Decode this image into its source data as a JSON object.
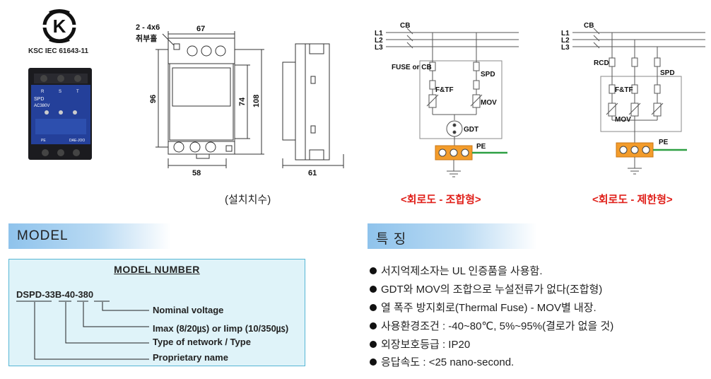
{
  "certification": {
    "mark_letters": "K",
    "standard": "KSC IEC 61643-11"
  },
  "product_photo": {
    "label_spd": "SPD",
    "label_voltage": "AC380V",
    "terminals": [
      "R",
      "S",
      "T"
    ],
    "bottom_label": "PE",
    "brand": "DAE-JOO"
  },
  "dimension_drawing": {
    "hole_label": "2 - 4x6",
    "hole_label_kr": "취부홀",
    "dim_width_top": "67",
    "dim_height_left": "96",
    "dim_height_inner": "74",
    "dim_height_outer": "108",
    "dim_width_bottom": "58",
    "dim_depth": "61",
    "caption": "(설치치수)"
  },
  "circuit_combo": {
    "lines": [
      "L1",
      "L2",
      "L3"
    ],
    "cb": "CB",
    "fuse": "FUSE or CB",
    "spd": "SPD",
    "ftf": "F&TF",
    "mov": "MOV",
    "gdt": "GDT",
    "pe": "PE",
    "caption": "<회로도 - 조합형>"
  },
  "circuit_limit": {
    "lines": [
      "L1",
      "L2",
      "L3"
    ],
    "cb": "CB",
    "rcd": "RCD",
    "spd": "SPD",
    "ftf": "F&TF",
    "mov": "MOV",
    "pe": "PE",
    "caption": "<회로도 - 제한형>"
  },
  "model_section": {
    "header": "MODEL",
    "box_title": "MODEL NUMBER",
    "model_code": "DSPD-33B-40-380",
    "items": [
      "Nominal voltage",
      "Imax (8/20㎲) or Iimp (10/350㎲)",
      "Type of network / Type",
      "Proprietary name"
    ]
  },
  "features_section": {
    "header": "특 징",
    "items": [
      "서지억제소자는 UL 인증품을 사용함.",
      "GDT와 MOV의 조합으로 누설전류가 없다(조합형)",
      "열 폭주 방지회로(Thermal Fuse) - MOV별 내장.",
      "사용환경조건 : -40~80℃, 5%~95%(결로가 없을 것)",
      "외장보호등급 : IP20",
      "응답속도 : <25 nano-second."
    ]
  },
  "colors": {
    "accent_blue": "#8fc3ec",
    "box_border": "#55b6d4",
    "box_fill": "#dff3f9",
    "caption_red": "#e0201a",
    "pe_orange": "#f39c2b",
    "pe_green": "#2ea043"
  }
}
